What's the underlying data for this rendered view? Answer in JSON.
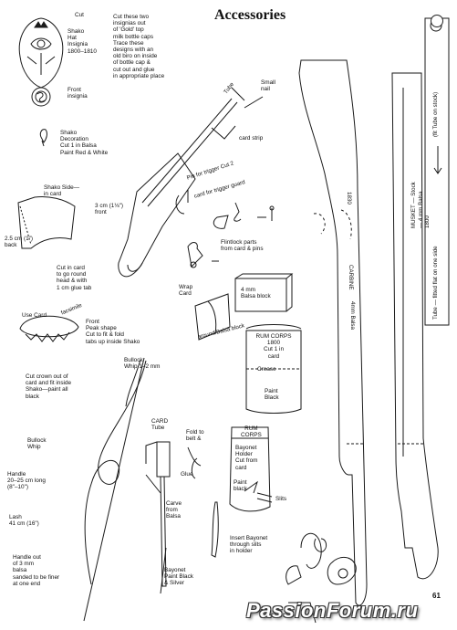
{
  "page": {
    "title": "Accessories",
    "page_number": "61",
    "watermark": "PassionForum.ru"
  },
  "labels": {
    "cut": "Cut",
    "shako_hat": "Shako\nHat\nInsignia\n1800–1810",
    "cut_instructions": "Cut these two\ninsignias out\nof 'Gold' top\nmilk bottle caps\nTrace these\ndesigns with an\nold biro on inside\nof bottle cap &\ncut out and glue\nin appropriate place",
    "front_insignia": "Front\ninsignia",
    "shako_decoration": "Shako\nDecoration\nCut 1 in Balsa\nPaint Red & White",
    "shako_side": "Shako Side—\nin card",
    "three_cm": "3 cm (1⅛\")\nfront",
    "two_five_cm": "2.5 cm (1\")\nback",
    "cut_in_card": "Cut in card\nto go round\nhead & with\n1 cm glue tab",
    "use_card": "Use Card",
    "facsimile": "facsimile",
    "front_peak": "Front\nPeak shape\nCut to fit & fold\ntabs up inside Shako",
    "cut_crown": "Cut crown out of\ncard and fit inside\nShako—paint all\nblack",
    "bullock_whip_top": "Bullock\nWhip 1–2 mm",
    "bullock_whip": "Bullock\nWhip",
    "handle": "Handle\n20–25 cm long\n(8\"–10\")",
    "lash": "Lash\n41 cm (16\")",
    "handle_out": "Handle out\nof 3 mm\nbalsa\nsanded to be finer\nat one end",
    "tube": "Tube",
    "small_nail": "Small\nnail",
    "card_strip": "card strip",
    "pin_trigger": "Pin for trigger  Cut 2",
    "card_trigger_guard": "card for trigger guard",
    "flintlock": "Flintlock parts\nfrom card & pins",
    "wrap_card": "Wrap\nCard",
    "four_mm_block": "4 mm\nBalsa block",
    "around_balsa": "around Balsa block",
    "rum_corps_1800": "RUM CORPS\n1800\nCut 1 in\ncard",
    "crease": "Crease",
    "paint_black": "Paint\nBlack",
    "card_tube": "CARD\nTube",
    "fold_to_belt": "Fold to\nbelt &",
    "glue": "Glue",
    "rum_corps": "RUM\nCORPS",
    "bayonet_holder": "Bayonet\nHolder\nCut from\ncard",
    "paint_black_small": "Paint\nblack",
    "slits": "Slits",
    "carve_from_balsa": "Carve\nfrom\nBalsa",
    "bayonet_paint": "Bayonet\nPaint Black\n& Silver",
    "insert_bayonet": "Insert Bayonet\nthrough slits\nin holder",
    "carbine_year": "1830",
    "carbine": "CARBINE",
    "four_mm_balsa": "4mm Balsa",
    "musket": "MUSKET — Stock — 4 mm Balsa\n1800",
    "fit_tube": "(fit Tube on stock)",
    "tube_fitted": "Tube — fitted flat on one side"
  }
}
